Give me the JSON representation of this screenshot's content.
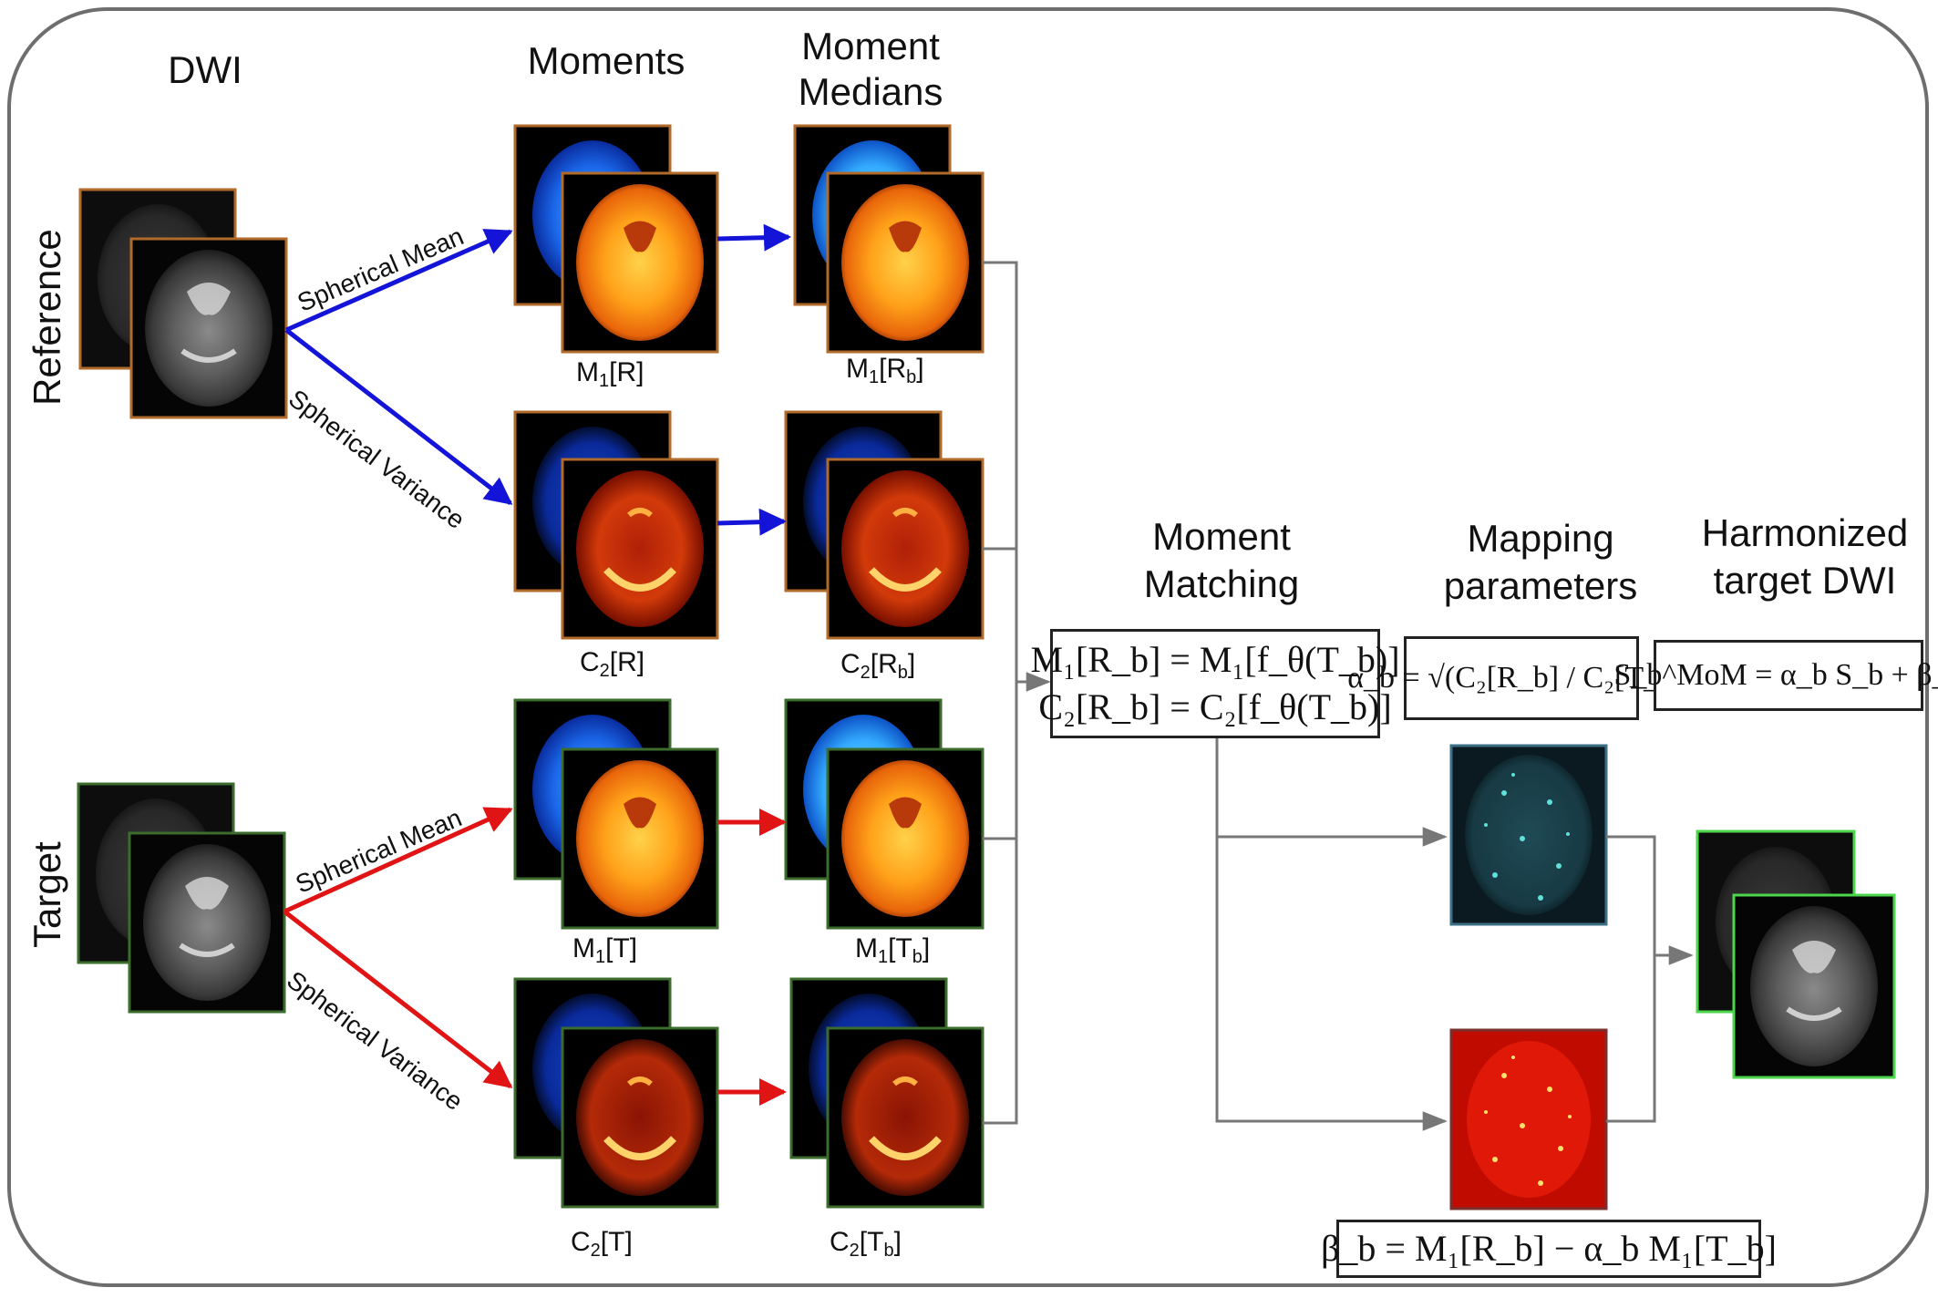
{
  "headers": {
    "dwi": "DWI",
    "moments": "Moments",
    "moment_medians_1": "Moment",
    "moment_medians_2": "Medians",
    "moment_matching_1": "Moment",
    "moment_matching_2": "Matching",
    "mapping_1": "Mapping",
    "mapping_2": "parameters",
    "harmonized_1": "Harmonized",
    "harmonized_2": "target DWI"
  },
  "rows": {
    "reference": "Reference",
    "target": "Target"
  },
  "arrows": {
    "ref_mean": "Spherical Mean",
    "ref_var": "Spherical Variance",
    "tgt_mean": "Spherical Mean",
    "tgt_var": "Spherical Variance"
  },
  "captions": {
    "m1r": {
      "main": "M",
      "sub": "1",
      "rest": "[R]"
    },
    "m1rb": {
      "main": "M",
      "sub": "1",
      "rest": "[R",
      "sub2": "b",
      "end": "]"
    },
    "c2r": {
      "main": "C",
      "sub": "2",
      "rest": "[R]"
    },
    "c2rb": {
      "main": "C",
      "sub": "2",
      "rest": "[R",
      "sub2": "b",
      "end": "]"
    },
    "m1t": {
      "main": "M",
      "sub": "1",
      "rest": "[T]"
    },
    "m1tb": {
      "main": "M",
      "sub": "1",
      "rest": "[T",
      "sub2": "b",
      "end": "]"
    },
    "c2t": {
      "main": "C",
      "sub": "2",
      "rest": "[T]"
    },
    "c2tb": {
      "main": "C",
      "sub": "2",
      "rest": "[T",
      "sub2": "b",
      "end": "]"
    }
  },
  "equations": {
    "matching_line1": "M₁[R_b] = M₁[f_θ(T_b)]",
    "matching_line2": "C₂[R_b] = C₂[f_θ(T_b)]",
    "alpha": "α_b = √(C₂[R_b] / C₂[T_b])",
    "harmonized": "S_b^MoM = α_b S_b + β_b",
    "beta": "β_b = M₁[R_b] − α_b M₁[T_b]"
  },
  "colors": {
    "reference_arrow": "#1414d8",
    "target_arrow": "#e01414",
    "connector": "#777777",
    "ref_frame": "#b06a2a",
    "tgt_frame": "#3c6b2e",
    "harm_frame": "#4cd64c",
    "alpha_frame": "#3d6f87",
    "beta_frame": "#7a2f2f"
  }
}
